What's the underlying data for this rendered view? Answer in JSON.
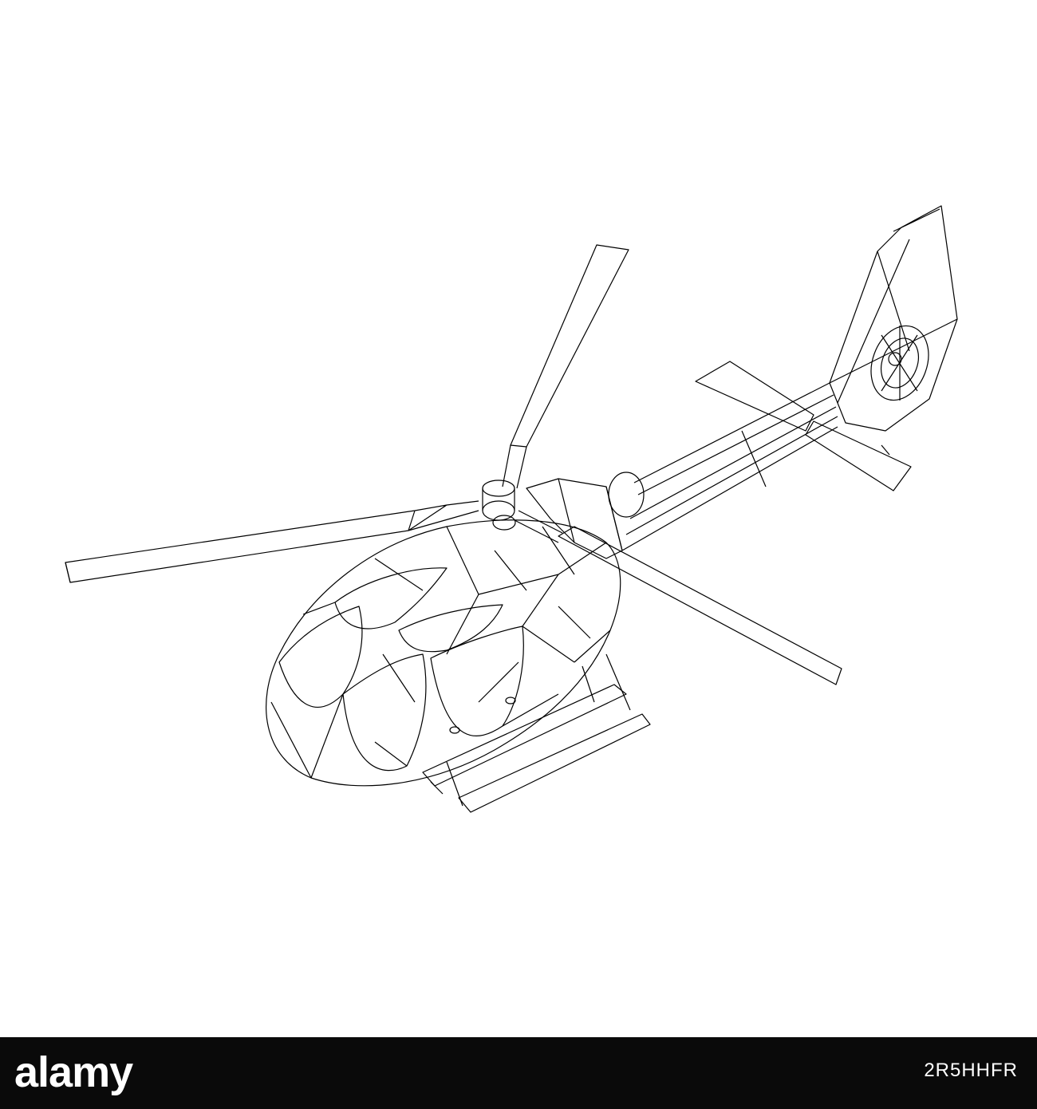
{
  "illustration": {
    "subject": "helicopter-wireframe",
    "stroke_color": "#000000",
    "background_color": "#ffffff"
  },
  "footer": {
    "logo_text": "alamy",
    "image_id": "2R5HHFR",
    "background_color": "#0a0a0a",
    "text_color": "#ffffff"
  }
}
